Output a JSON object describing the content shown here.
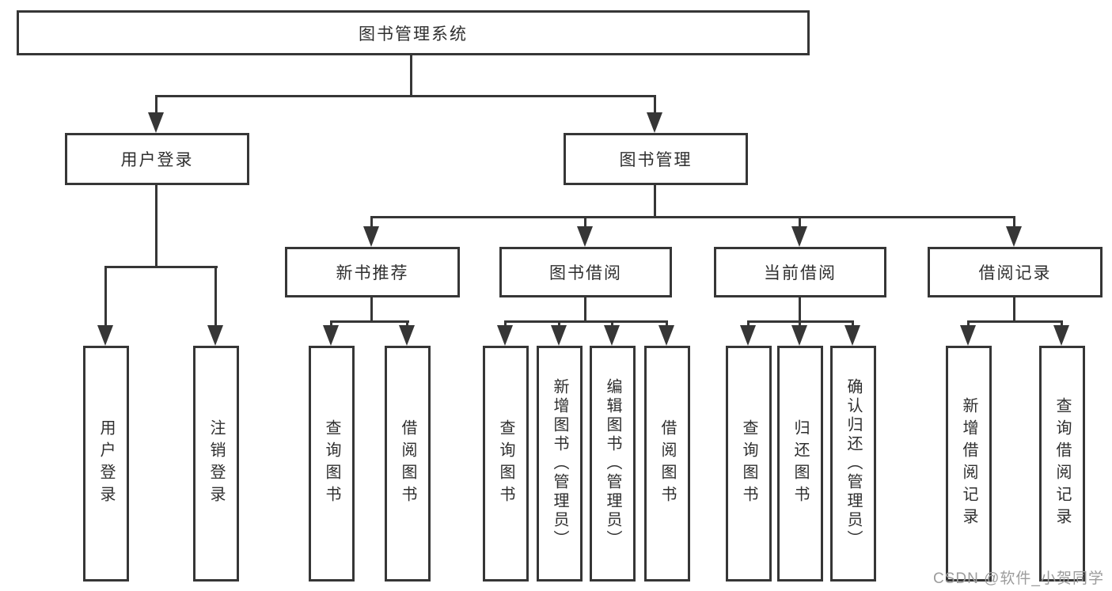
{
  "diagram": {
    "root": {
      "label": "图书管理系统"
    },
    "branches": [
      {
        "label": "用户登录",
        "children": [
          {
            "label": "用户登录"
          },
          {
            "label": "注销登录"
          }
        ]
      },
      {
        "label": "图书管理",
        "children": [
          {
            "label": "新书推荐",
            "children": [
              {
                "label": "查询图书"
              },
              {
                "label": "借阅图书"
              }
            ]
          },
          {
            "label": "图书借阅",
            "children": [
              {
                "label": "查询图书"
              },
              {
                "label": "新增图书（管理员）"
              },
              {
                "label": "编辑图书（管理员）"
              },
              {
                "label": "借阅图书"
              }
            ]
          },
          {
            "label": "当前借阅",
            "children": [
              {
                "label": "查询图书"
              },
              {
                "label": "归还图书"
              },
              {
                "label": "确认归还（管理员）"
              }
            ]
          },
          {
            "label": "借阅记录",
            "children": [
              {
                "label": "新增借阅记录"
              },
              {
                "label": "查询借阅记录"
              }
            ]
          }
        ]
      }
    ]
  },
  "watermark": {
    "text": "CSDN @软件_小贺同学"
  },
  "colors": {
    "line": "#363636",
    "text": "#2f2f2f",
    "background": "#ffffff",
    "watermark": "#9c9c9c"
  }
}
